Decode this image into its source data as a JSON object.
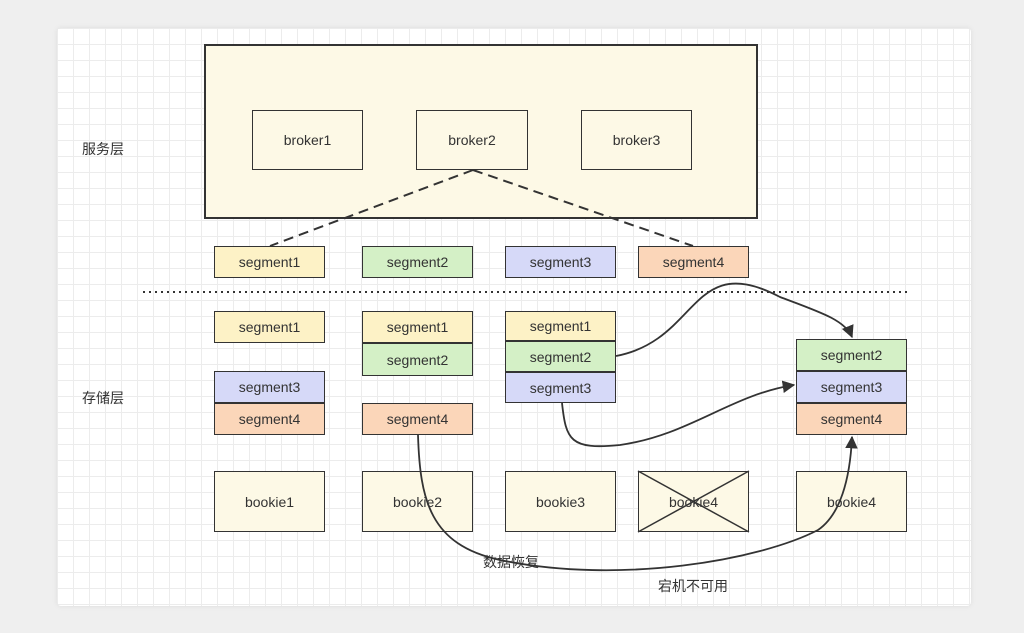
{
  "labels": {
    "service_layer": "服务层",
    "storage_layer": "存储层",
    "data_recovery": "数据恢复",
    "node_down": "宕机不可用"
  },
  "brokers": [
    "broker1",
    "broker2",
    "broker3"
  ],
  "service_segments": [
    "segment1",
    "segment2",
    "segment3",
    "segment4"
  ],
  "storage_segments": {
    "col1": [
      "segment1",
      "segment3",
      "segment4"
    ],
    "col2": [
      "segment1",
      "segment2",
      "segment4"
    ],
    "col3": [
      "segment1",
      "segment2",
      "segment3"
    ],
    "col5": [
      "segment2",
      "segment3",
      "segment4"
    ]
  },
  "bookies": [
    "bookie1",
    "bookie2",
    "bookie3",
    "bookie4",
    "bookie4"
  ],
  "colors": {
    "segment1": "#fdf2c6",
    "segment2": "#d4f0c6",
    "segment3": "#d6d9f8",
    "segment4": "#fbd6b9",
    "broker_area": "#fdf9e6",
    "node": "#fdf9e6"
  }
}
